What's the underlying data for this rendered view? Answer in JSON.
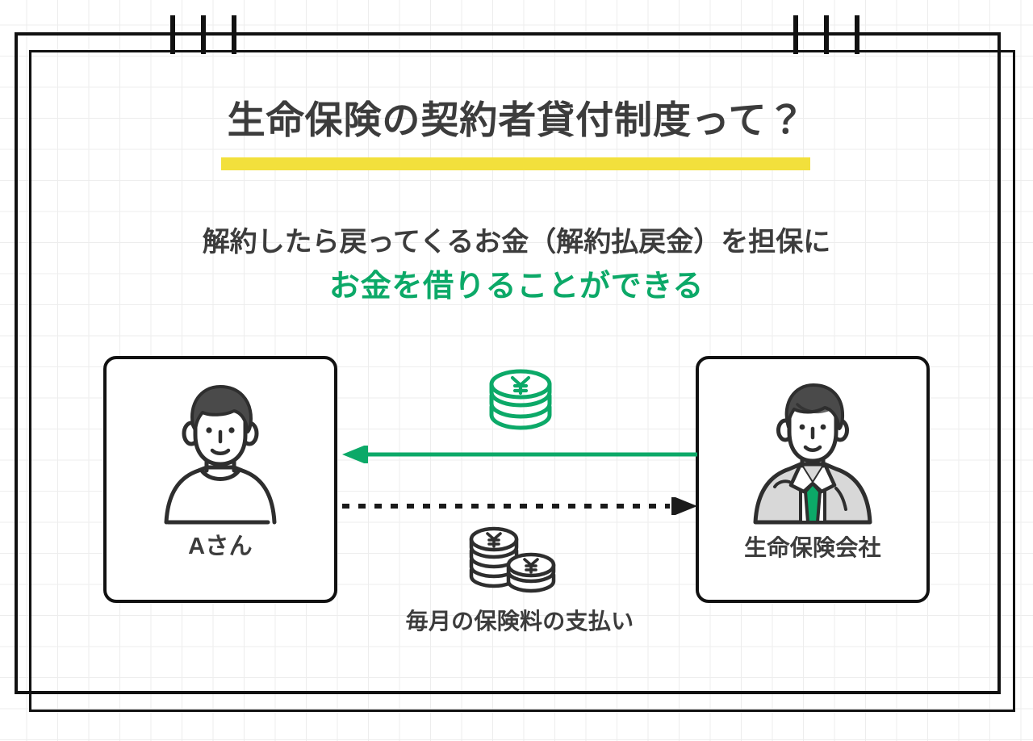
{
  "page": {
    "title": "生命保険の契約者貸付制度って？",
    "title_underline_color": "#f2e03c"
  },
  "subtitle": {
    "line1": "解約したら戻ってくるお金（解約払戻金）を担保に",
    "line2": "お金を借りることができる",
    "line1_color": "#3c3c3c",
    "line2_color": "#0ca968"
  },
  "diagram": {
    "actors": [
      {
        "id": "customer",
        "label": "Aさん",
        "figure_icon": "person-casual-icon"
      },
      {
        "id": "insurer",
        "label": "生命保険会社",
        "figure_icon": "businessman-suit-icon"
      }
    ],
    "flows": [
      {
        "id": "loan",
        "direction": "right-to-left",
        "style": "solid",
        "color": "#0ca968",
        "icon": "coin-stack-yen-green-icon",
        "caption": ""
      },
      {
        "id": "premium",
        "direction": "left-to-right",
        "style": "dashed",
        "color": "#1a1a1a",
        "icon": "coin-stacks-yen-dark-icon",
        "caption": "毎月の保険料の支払い"
      }
    ],
    "flow_caption": "毎月の保険料の支払い"
  },
  "decoration": {
    "tick_marks_left": [
      211,
      249,
      287
    ],
    "tick_marks_right": [
      983,
      1021,
      1059
    ],
    "frame_color": "#111111",
    "grid_color": "#ededed"
  },
  "colors": {
    "accent_green": "#0ca968",
    "accent_yellow": "#f2e03c",
    "ink": "#3c3c3c",
    "hair": "#4a4a4a",
    "suit": "#d8d8d8"
  }
}
